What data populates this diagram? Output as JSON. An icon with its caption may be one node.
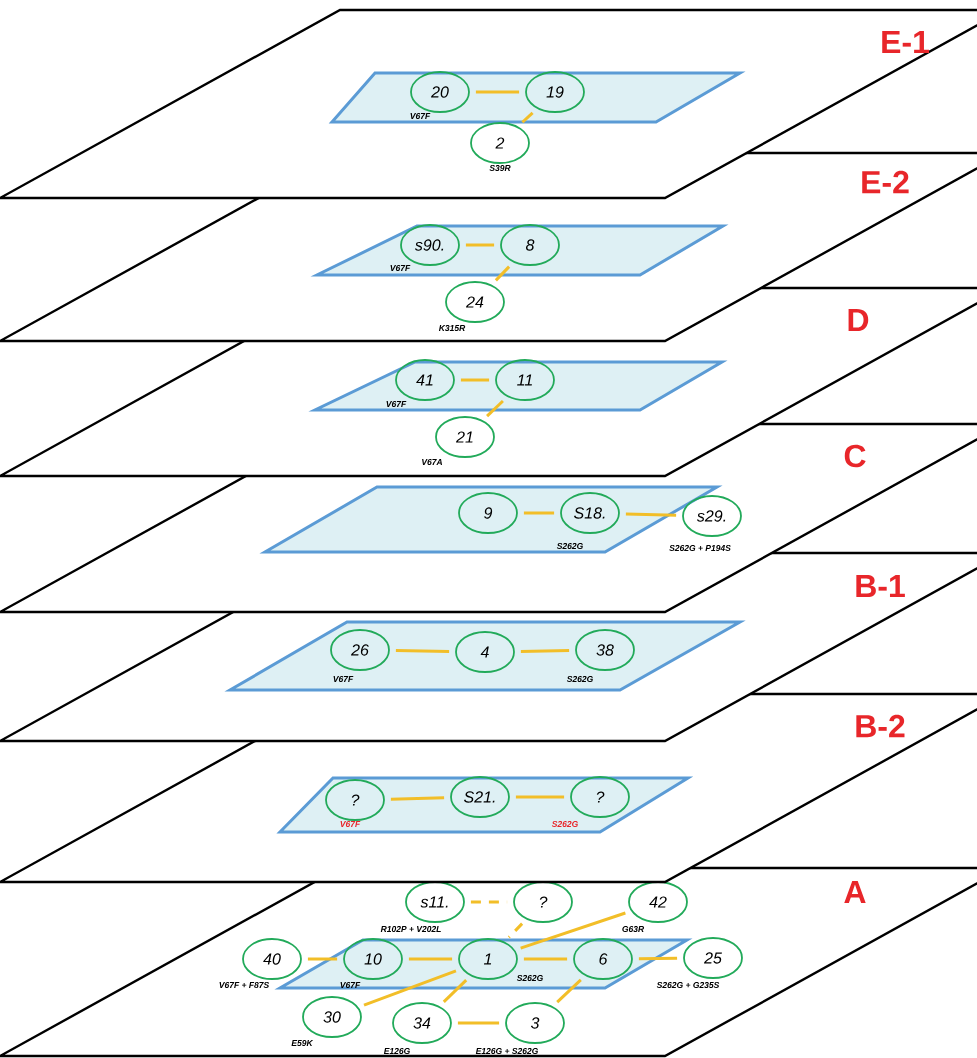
{
  "diagram": {
    "nodes": [
      {
        "text": [
          "E-1"
        ]
      },
      {
        "text": [],
        "shape": "parallelogram",
        "in": 0
      },
      {
        "text": [
          "20"
        ],
        "in": 1,
        "beside": [
          "V67F"
        ]
      },
      {
        "text": [
          "19"
        ],
        "in": 1
      },
      {
        "text": [
          "2"
        ],
        "in": 0,
        "beside": [
          "S39R"
        ]
      },
      {
        "text": [
          "E-2"
        ]
      },
      {
        "text": [],
        "shape": "parallelogram",
        "in": 5
      },
      {
        "text": [
          "s90."
        ],
        "in": 6,
        "beside": [
          "V67F"
        ]
      },
      {
        "text": [
          "8"
        ],
        "in": 6
      },
      {
        "text": [
          "24"
        ],
        "in": 5,
        "beside": [
          "K315R"
        ]
      },
      {
        "text": [
          "D"
        ]
      },
      {
        "text": [],
        "shape": "parallelogram",
        "in": 10
      },
      {
        "text": [
          "41"
        ],
        "in": 11,
        "beside": [
          "V67F"
        ]
      },
      {
        "text": [
          "11"
        ],
        "in": 11
      },
      {
        "text": [
          "21"
        ],
        "in": 10,
        "beside": [
          "V67A"
        ]
      },
      {
        "text": [
          "C"
        ]
      },
      {
        "text": [],
        "shape": "parallelogram",
        "in": 15
      },
      {
        "text": [
          "9"
        ],
        "in": 16
      },
      {
        "text": [
          "S18."
        ],
        "in": 16,
        "beside": [
          "S262G"
        ]
      },
      {
        "text": [
          "s29."
        ],
        "in": 15,
        "beside": [
          "S262G + P194S"
        ]
      },
      {
        "text": [
          "B-1"
        ]
      },
      {
        "text": [],
        "shape": "parallelogram",
        "in": 20
      },
      {
        "text": [
          "26"
        ],
        "in": 21,
        "beside": [
          "V67F"
        ]
      },
      {
        "text": [
          "4"
        ],
        "in": 21
      },
      {
        "text": [
          "38"
        ],
        "in": 21,
        "beside": [
          "S262G"
        ]
      },
      {
        "text": [
          "B-2"
        ]
      },
      {
        "text": [],
        "shape": "parallelogram",
        "in": 25
      },
      {
        "text": [
          "?"
        ],
        "in": 26,
        "beside": [
          "V67F"
        ]
      },
      {
        "text": [
          "S21."
        ],
        "in": 26
      },
      {
        "text": [
          "?"
        ],
        "in": 26,
        "beside": [
          "S262G"
        ]
      },
      {
        "text": [
          "A"
        ]
      },
      {
        "text": [],
        "shape": "parallelogram",
        "in": 30
      },
      {
        "text": [
          "s11."
        ],
        "in": 30,
        "beside": [
          "R102P + V202L"
        ]
      },
      {
        "text": [
          "?"
        ],
        "in": 30
      },
      {
        "text": [
          "42"
        ],
        "in": 30,
        "beside": [
          "G63R"
        ]
      },
      {
        "text": [
          "40"
        ],
        "in": 30,
        "beside": [
          "V67F + F87S"
        ]
      },
      {
        "text": [
          "10"
        ],
        "in": 31,
        "beside": [
          "V67F"
        ]
      },
      {
        "text": [
          "1"
        ],
        "in": 31,
        "beside": [
          "S262G"
        ]
      },
      {
        "text": [
          "6"
        ],
        "in": 31
      },
      {
        "text": [
          "25"
        ],
        "in": 30,
        "beside": [
          "S262G + G235S"
        ]
      },
      {
        "text": [
          "30"
        ],
        "in": 30,
        "beside": [
          "E59K"
        ]
      },
      {
        "text": [
          "34"
        ],
        "in": 30,
        "beside": [
          "E126G"
        ]
      },
      {
        "text": [
          "3"
        ],
        "in": 30,
        "beside": [
          "E126G + S262G"
        ]
      }
    ],
    "edges": [
      {
        "from": 2,
        "to": 3,
        "arrow": "none"
      },
      {
        "from": 3,
        "to": 4,
        "arrow": "none"
      },
      {
        "from": 7,
        "to": 8,
        "arrow": "none"
      },
      {
        "from": 8,
        "to": 9,
        "arrow": "none"
      },
      {
        "from": 12,
        "to": 13,
        "arrow": "none"
      },
      {
        "from": 13,
        "to": 14,
        "arrow": "none"
      },
      {
        "from": 17,
        "to": 18,
        "arrow": "none"
      },
      {
        "from": 18,
        "to": 19,
        "arrow": "none"
      },
      {
        "from": 22,
        "to": 23,
        "arrow": "none"
      },
      {
        "from": 23,
        "to": 24,
        "arrow": "none"
      },
      {
        "from": 27,
        "to": 28,
        "arrow": "none"
      },
      {
        "from": 28,
        "to": 29,
        "arrow": "none"
      },
      {
        "from": 32,
        "to": 33,
        "arrow": "none",
        "style": "dashed"
      },
      {
        "from": 33,
        "to": 37,
        "arrow": "none",
        "style": "dashed"
      },
      {
        "from": 34,
        "to": 37,
        "arrow": "none"
      },
      {
        "from": 35,
        "to": 36,
        "arrow": "none"
      },
      {
        "from": 36,
        "to": 37,
        "arrow": "none"
      },
      {
        "from": 37,
        "to": 38,
        "arrow": "none"
      },
      {
        "from": 38,
        "to": 39,
        "arrow": "none"
      },
      {
        "from": 40,
        "to": 37,
        "arrow": "none"
      },
      {
        "from": 41,
        "to": 37,
        "arrow": "none"
      },
      {
        "from": 38,
        "to": 42,
        "arrow": "none"
      },
      {
        "from": 41,
        "to": 42,
        "arrow": "none"
      }
    ]
  }
}
